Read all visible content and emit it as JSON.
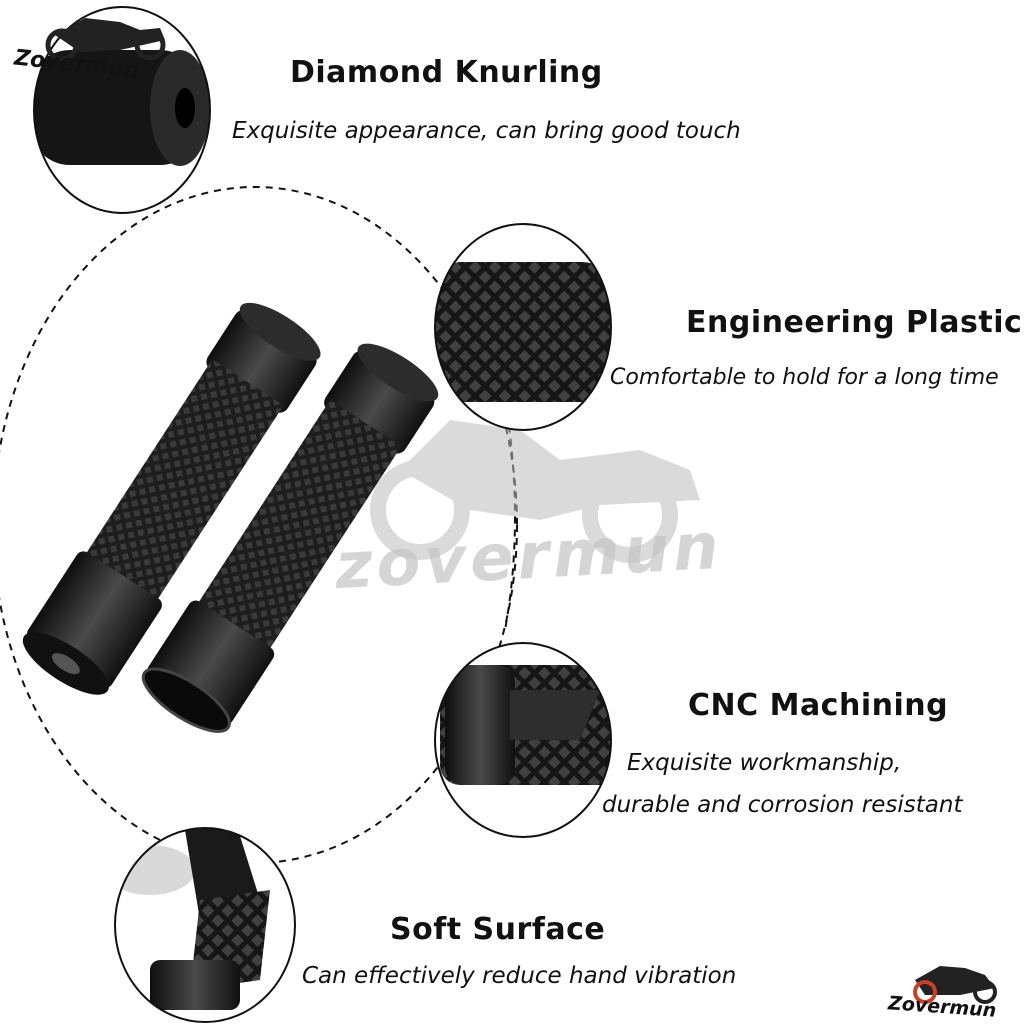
{
  "brand": {
    "name": "Zovermun",
    "watermark": "zovermun"
  },
  "features": [
    {
      "title": "Diamond Knurling",
      "description": "Exquisite appearance, can bring good touch"
    },
    {
      "title": "Engineering Plastic",
      "description": "Comfortable to hold for a long time"
    },
    {
      "title": "CNC Machining",
      "description_line1": "Exquisite workmanship,",
      "description_line2": "durable and corrosion resistant"
    },
    {
      "title": "Soft Surface",
      "description": "Can effectively reduce hand vibration"
    }
  ],
  "colors": {
    "ink": "#111111",
    "watermark": "#bdbdbd",
    "grip_black": "#1a1a1a",
    "metal": "#2b2b2b",
    "background": "#ffffff"
  },
  "icons": [
    "motorcycle-logo-icon",
    "motorcycle-watermark-icon"
  ]
}
